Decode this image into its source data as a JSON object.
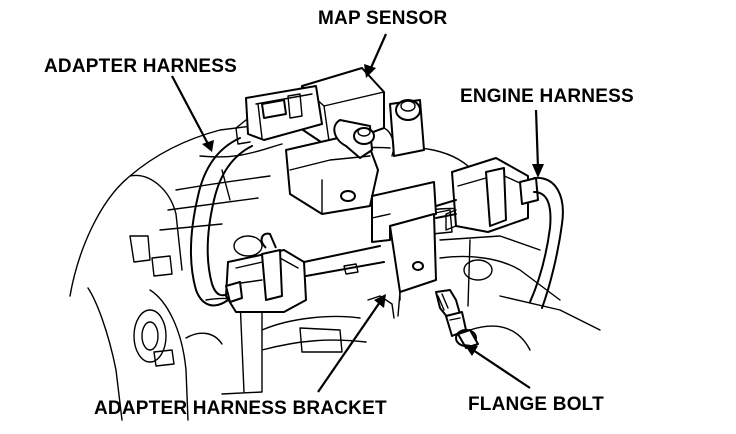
{
  "labels": {
    "map_sensor": "MAP SENSOR",
    "adapter_harness": "ADAPTER HARNESS",
    "engine_harness": "ENGINE HARNESS",
    "adapter_harness_bracket": "ADAPTER HARNESS BRACKET",
    "flange_bolt": "FLANGE BOLT"
  }
}
